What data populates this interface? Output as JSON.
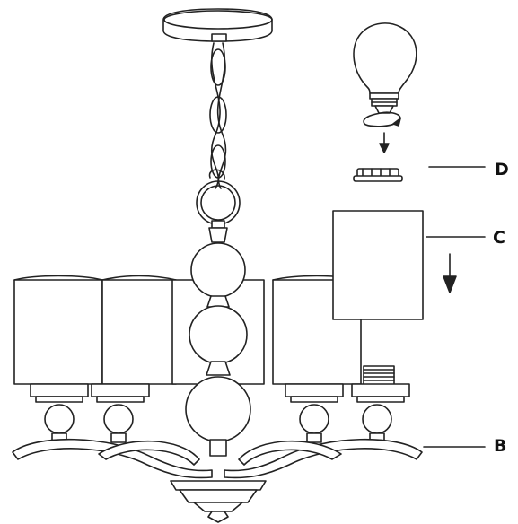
{
  "callouts": {
    "b": "B",
    "c": "C",
    "d": "D"
  },
  "colors": {
    "line": "#222222",
    "fill": "#ffffff"
  }
}
